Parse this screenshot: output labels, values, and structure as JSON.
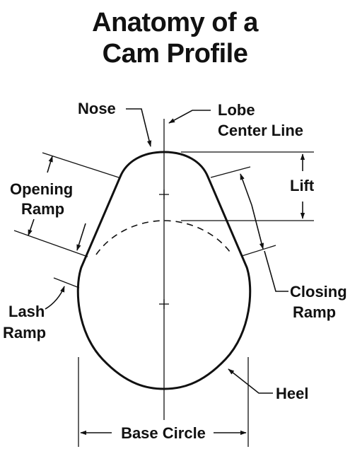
{
  "title": {
    "line1": "Anatomy of a",
    "line2": "Cam Profile"
  },
  "labels": {
    "nose": "Nose",
    "lobe_center_line_1": "Lobe",
    "lobe_center_line_2": "Center Line",
    "lift": "Lift",
    "opening_ramp_1": "Opening",
    "opening_ramp_2": "Ramp",
    "closing_ramp_1": "Closing",
    "closing_ramp_2": "Ramp",
    "lash_ramp_1": "Lash",
    "lash_ramp_2": "Ramp",
    "heel": "Heel",
    "base_circle": "Base Circle"
  }
}
